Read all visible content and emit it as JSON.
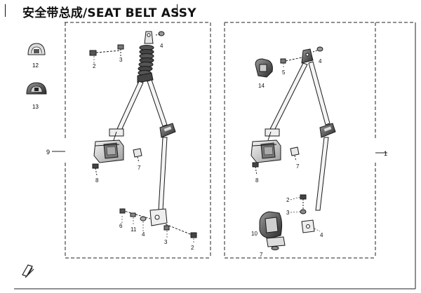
{
  "header": {
    "title": "安全带总成/SEAT BELT ASSY"
  },
  "callouts": {
    "left_group_ref": "9",
    "right_group_ref": "1",
    "aux_part_12": "12",
    "aux_part_13": "13",
    "left": {
      "bolt_top": "2",
      "nut_top": "3",
      "washer_top": "4",
      "retractor_bolt": "8",
      "retractor_clip": "7",
      "anchor_6": "6",
      "anchor_11": "11",
      "anchor_4": "4",
      "anchor_3": "3",
      "anchor_2": "2"
    },
    "right": {
      "cover_14": "14",
      "nut_5": "5",
      "washer_4": "4",
      "retractor_clip": "7",
      "retractor_bolt": "8",
      "bolt_2": "2",
      "nut_3": "3",
      "buckle_4": "4",
      "buckle_10": "10",
      "bracket_7": "7"
    }
  },
  "colors": {
    "line": "#1a1a1a",
    "part_fill": "#ececec",
    "part_shade": "#9a9a9a",
    "dark": "#333333"
  }
}
